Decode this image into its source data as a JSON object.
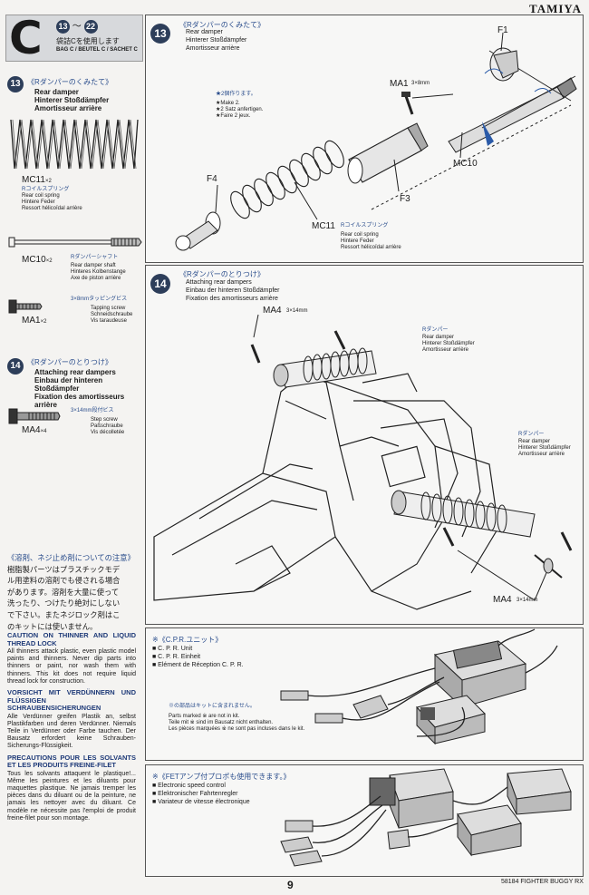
{
  "brand": "TAMIYA",
  "header": {
    "letter": "C",
    "range_start": "13",
    "range_sep": "〜",
    "range_end": "22",
    "bag_jp": "袋詰Cを使用します",
    "bag_en": "BAG C / BEUTEL C / SACHET C"
  },
  "left": {
    "step13": {
      "num": "13",
      "jp": "《Rダンパーのくみたて》",
      "en": "Rear damper",
      "de": "Hinterer Stoßdämpfer",
      "fr": "Amortisseur arrière"
    },
    "mc11": {
      "code": "MC11",
      "qty": "×2",
      "jp": "Rコイルスプリング",
      "en": "Rear coil spring",
      "de": "Hintere Feder",
      "fr": "Ressort hélicoïdal arrière"
    },
    "mc10": {
      "code": "MC10",
      "qty": "×2",
      "jp": "Rダンパーシャフト",
      "en": "Rear damper shaft",
      "de": "Hinteres Kolbenstange",
      "fr": "Axe de piston arrière"
    },
    "ma1": {
      "code": "MA1",
      "qty": "×2",
      "jp": "3×8mmタッピングビス",
      "en": "Tapping screw",
      "de": "Schneidschraube",
      "fr": "Vis taraudeuse"
    },
    "step14": {
      "num": "14",
      "jp": "《Rダンパーのとりつけ》",
      "en": "Attaching rear dampers",
      "de1": "Einbau der hinteren",
      "de2": "Stoßdämpfer",
      "fr1": "Fixation des amortisseurs",
      "fr2": "arrière"
    },
    "ma4": {
      "code": "MA4",
      "qty": "×4",
      "jp": "3×14mm段付ビス",
      "en": "Step screw",
      "de": "Paßschraube",
      "fr": "Vis décolletée"
    }
  },
  "jpnote": [
    "《溶剤、ネジ止め剤についての注意》",
    "樹脂製パーツはプラスチックモデ",
    "ル用塗料の溶剤でも侵される場合",
    "があります。溶剤を大量に使って",
    "洗ったり、つけたり絶対にしない",
    "で下さい。またネジロック剤はこ",
    "のキットには使いません。"
  ],
  "caution": [
    {
      "title": "CAUTION ON THINNER AND LIQUID THREAD LOCK",
      "body": "All thinners attack plastic, even plastic model paints and thinners. Never dip parts into thinners or paint, nor wash them with thinners. This kit does not require liquid thread lock for construction."
    },
    {
      "title": "VORSICHT MIT VERDÜNNERN UND FLÜSSIGEN SCHRAUBENSICHERUNGEN",
      "body": "Alle Verdünner greifen Plastik an, selbst Plastikfarben und deren Verdünner. Niemals Teile in Verdünner oder Farbe tauchen. Der Bausatz erfordert keine Schrauben-Sicherungs-Flüssigkeit."
    },
    {
      "title": "PRECAUTIONS POUR LES SOLVANTS ET LES PRODUITS FREINE-FILET",
      "body": "Tous les solvants attaquent le plastique!... Même les peintures et les diluants pour maquettes plastique. Ne jamais tremper les pièces dans du diluant ou de la peinture, ne jamais les nettoyer avec du diluant. Ce modèle ne nécessite pas l'emploi de produit freine-filet pour son montage."
    }
  ],
  "panel13": {
    "num": "13",
    "jp": "《Rダンパーのくみたて》",
    "en": "Rear damper",
    "de": "Hinterer Stoßdämpfer",
    "fr": "Amortisseur arrière",
    "make_jp": "★2個作ります。",
    "make_en": "★Make 2.",
    "make_de": "★2 Satz anfertigen.",
    "make_fr": "★Faire 2 jeux.",
    "F1": "F1",
    "MA1": "MA1",
    "ma1_size": "3×8mm",
    "MC10": "MC10",
    "F3": "F3",
    "F4": "F4",
    "MC11": "MC11",
    "mc11_jp": "Rコイルスプリング",
    "mc11_en": "Rear coil spring",
    "mc11_de": "Hintere Feder",
    "mc11_fr": "Ressort hélicoïdal arrière"
  },
  "panel14": {
    "num": "14",
    "jp": "《Rダンパーのとりつけ》",
    "en": "Attaching rear dampers",
    "de": "Einbau der hinteren Stoßdämpfer",
    "fr": "Fixation des amortisseurs arrière",
    "MA4": "MA4",
    "ma4_size": "3×14mm",
    "d1_jp": "Rダンパー",
    "d1_en": "Rear damper",
    "d1_de": "Hinterer Stoßdämpfer",
    "d1_fr": "Amortisseur arrière",
    "d2_jp": "Rダンパー",
    "d2_en": "Rear damper",
    "d2_de": "Hinterer Stoßdämpfer",
    "d2_fr": "Amortisseur arrière"
  },
  "panel_cpr": {
    "jp": "※《C.P.R.ユニット》",
    "en": "■ C. P. R. Unit",
    "de": "■ C. P. R. Einheit",
    "fr": "■ Elément de Réception C. P. R.",
    "note_jp": "※の部品はキットに含まれません。",
    "note_en": "Parts marked ※ are not in kit.",
    "note_de": "Teile mit ※ sind im Bausatz nicht enthalten.",
    "note_fr": "Les pièces marquées ※ ne sont pas incluses dans le kit."
  },
  "panel_fet": {
    "jp": "※《FETアンプ付プロポも使用できます。》",
    "en": "■ Electronic speed control",
    "de": "■ Elektronischer Fahrtenregler",
    "fr": "■ Variateur de vitesse électronique"
  },
  "footer": {
    "page": "9",
    "model": "58184 FIGHTER BUGGY RX"
  }
}
